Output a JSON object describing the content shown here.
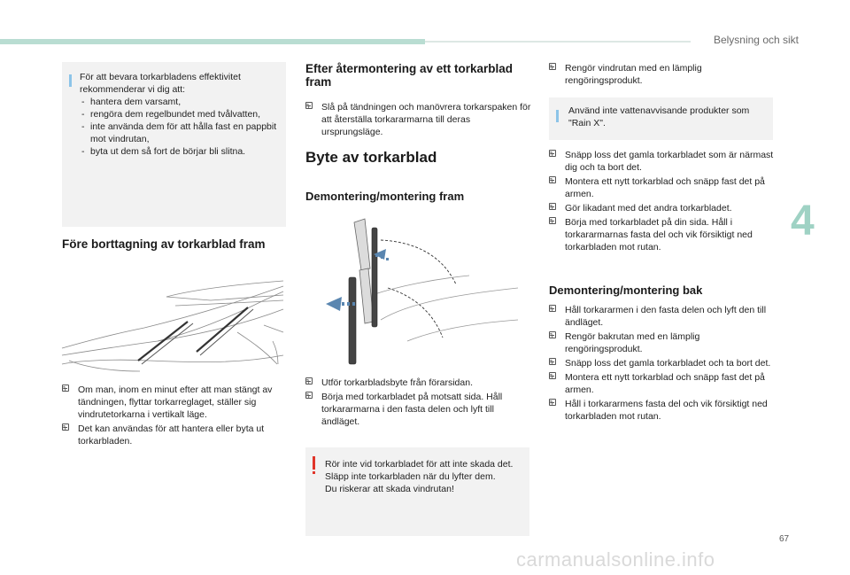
{
  "header": {
    "section_title": "Belysning och sikt",
    "chapter_number": "4",
    "page_number": "67"
  },
  "col1": {
    "info_box": {
      "intro": "För att bevara torkarbladens effektivitet rekommenderar vi dig att:",
      "items": [
        "hantera dem varsamt,",
        "rengöra dem regelbundet med tvålvatten,",
        "inte använda dem för att hålla fast en pappbit mot vindrutan,",
        "byta ut dem så fort de börjar bli slitna."
      ]
    },
    "heading": "Före borttagning av torkarblad fram",
    "bullets": [
      "Om man, inom en minut efter att man stängt av tändningen, flyttar torkarreglaget, ställer sig vindrutetorkarna i vertikalt läge.",
      "Det kan användas för att hantera eller byta ut torkarbladen."
    ]
  },
  "col2": {
    "heading_reinstall": "Efter återmontering av ett torkarblad fram",
    "reinstall_bullets": [
      "Slå på tändningen och manövrera torkarspaken för att återställa torkararmarna till deras ursprungsläge."
    ],
    "main_title": "Byte av torkarblad",
    "heading_front": "Demontering/montering fram",
    "front_bullets": [
      "Utför torkarbladsbyte från förarsidan.",
      "Börja med torkarbladet på motsatt sida. Håll torkararmarna i den fasta delen och lyft till ändläget."
    ],
    "warning_box": {
      "lines": [
        "Rör inte vid torkarbladet för att inte skada det.",
        "Släpp inte torkarbladen när du lyfter dem.",
        "Du riskerar att skada vindrutan!"
      ]
    }
  },
  "col3": {
    "bullets_top": [
      "Rengör vindrutan med en lämplig rengöringsprodukt."
    ],
    "info_box": {
      "text": "Använd inte vattenavvisande produkter som \"Rain X\"."
    },
    "bullets_mid": [
      "Snäpp loss det gamla torkarbladet som är närmast dig och ta bort det.",
      "Montera ett nytt torkarblad och snäpp fast det på armen.",
      "Gör likadant med det andra torkarbladet.",
      "Börja med torkarbladet på din sida. Håll i torkararmarnas fasta del och vik försiktigt ned torkarbladen mot rutan."
    ],
    "heading_rear": "Demontering/montering bak",
    "rear_bullets": [
      "Håll torkararmen i den fasta delen och lyft den till ändläget.",
      "Rengör bakrutan med en lämplig rengöringsprodukt.",
      "Snäpp loss det gamla torkarbladet och ta bort det.",
      "Montera ett nytt torkarblad och snäpp fast det på armen.",
      "Håll i torkararmens fasta del och vik försiktigt ned torkarbladen mot rutan."
    ]
  },
  "watermark": "carmanualsonline.info",
  "colors": {
    "accent_green": "#b9ddd2",
    "chapter_green": "#9fd2c4",
    "info_blue": "#8cc4e8",
    "warning_red": "#e0352a",
    "arrow_blue": "#5a86b0"
  }
}
